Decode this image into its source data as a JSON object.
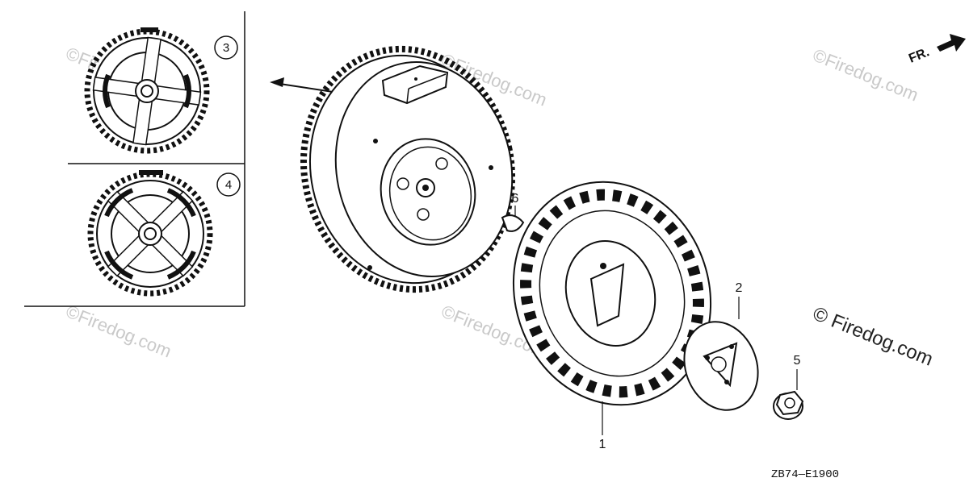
{
  "diagram": {
    "code": "ZB74—E1900",
    "front_marker": "FR.",
    "watermark": "©Firedog.com",
    "watermark_main": "© Firedog.com",
    "inset_labels": [
      "3",
      "4"
    ],
    "part_labels": [
      "1",
      "2",
      "5",
      "6"
    ]
  }
}
